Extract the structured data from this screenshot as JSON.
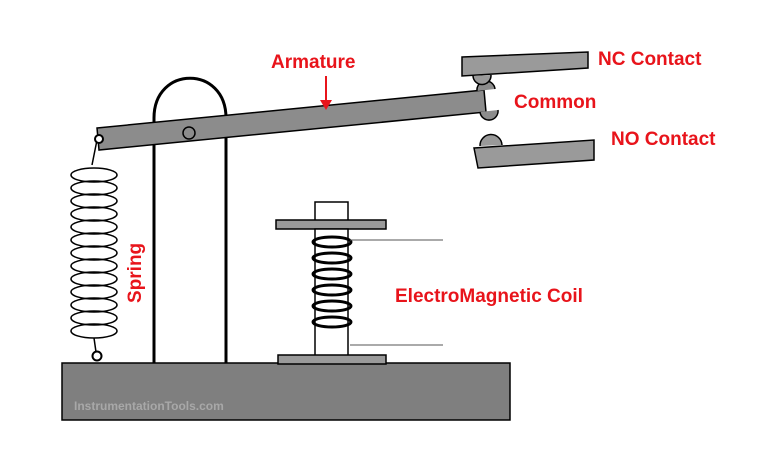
{
  "diagram": {
    "labels": {
      "armature": "Armature",
      "nc_contact": "NC Contact",
      "common": "Common",
      "no_contact": "NO Contact",
      "spring": "Spring",
      "coil": "ElectroMagnetic Coil"
    },
    "watermark": "InstrumentationTools.com"
  },
  "colors": {
    "label": "#e8141b",
    "base": "#7f7f7f",
    "armature": "#8c8c8c",
    "contact": "#9a9a9a",
    "stroke": "#000000",
    "watermark": "#a8a8a8"
  }
}
